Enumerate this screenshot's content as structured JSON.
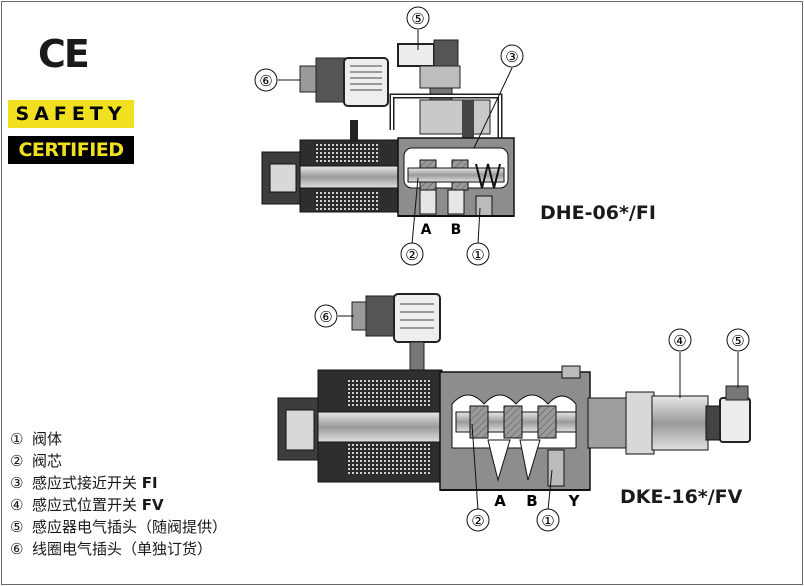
{
  "logos": {
    "ce_mark": "CE",
    "safety": "SAFETY",
    "certified": "CERTIFIED"
  },
  "diagrams": {
    "top_model": "DHE-06*/FI",
    "bottom_model": "DKE-16*/FV",
    "top_callouts": {
      "c1": "①",
      "c2": "②",
      "c3": "③",
      "c5": "⑤",
      "c6": "⑥",
      "port_a": "A",
      "port_b": "B"
    },
    "bottom_callouts": {
      "c1": "①",
      "c2": "②",
      "c4": "④",
      "c5": "⑤",
      "c6": "⑥",
      "port_a": "A",
      "port_b": "B",
      "port_y": "Y"
    }
  },
  "legend": [
    {
      "num": "①",
      "text": "阀体",
      "code": ""
    },
    {
      "num": "②",
      "text": "阀芯",
      "code": ""
    },
    {
      "num": "③",
      "text": "感应式接近开关 ",
      "code": "FI"
    },
    {
      "num": "④",
      "text": "感应式位置开关 ",
      "code": "FV"
    },
    {
      "num": "⑤",
      "text": "感应器电气插头（随阀提供）",
      "code": ""
    },
    {
      "num": "⑥",
      "text": "线圈电气插头（单独订货）",
      "code": ""
    }
  ],
  "colors": {
    "metal_dark": "#3a3a3a",
    "metal_mid": "#8a8a8a",
    "metal_light": "#cfcfcf",
    "safety_yellow": "#f0e020"
  }
}
